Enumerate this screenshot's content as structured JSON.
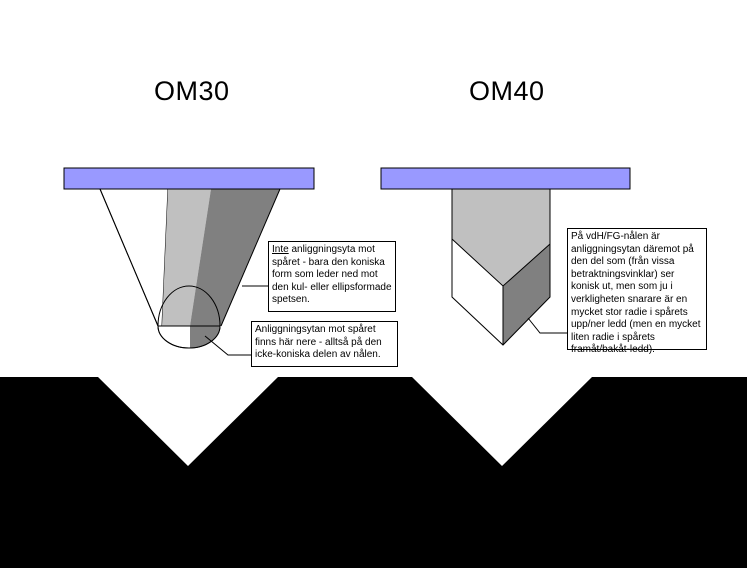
{
  "titles": {
    "om30": "OM30",
    "om40": "OM40"
  },
  "notes": {
    "om30_upper": {
      "underlined": "Inte",
      "rest": " anliggningsyta mot spåret - bara den koniska form som leder ned mot den kul- eller ellipsformade spetsen."
    },
    "om30_lower": "Anliggningsytan mot spåret finns här nere - alltså på den icke-koniska delen av nålen.",
    "om40": "På vdH/FG-nålen är anliggningsytan däremot på den del som (från vissa betraktningsvinklar) ser konisk ut, men som ju i verkligheten snarare är en mycket stor radie i spårets upp/ner ledd (men en mycket liten radie i spårets framåt/bakåt-ledd)."
  },
  "colors": {
    "mount_plate": "#9999ff",
    "groove_surface": "#000000",
    "light_face": "#c0c0c0",
    "dark_face": "#808080",
    "outline": "#000000"
  }
}
